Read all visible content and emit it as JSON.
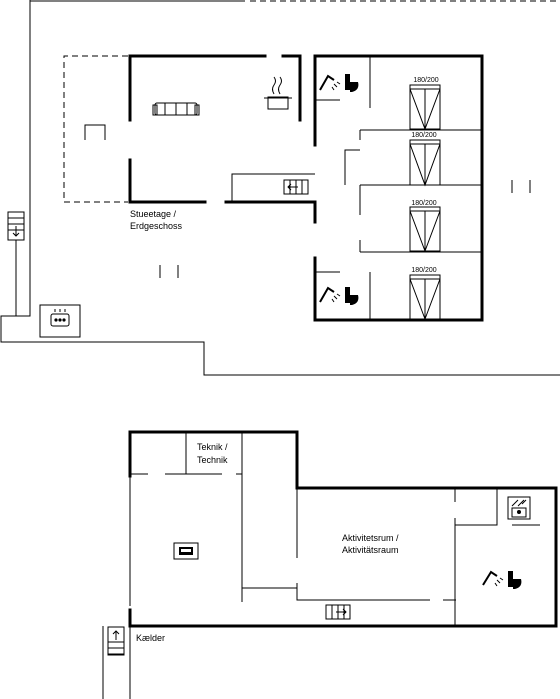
{
  "floors": [
    {
      "name": "Stueetage / Erdgeschoss",
      "name_lines": [
        "Stueetage /",
        "Erdgeschoss"
      ],
      "beds": [
        {
          "size": "180/200"
        },
        {
          "size": "180/200"
        },
        {
          "size": "180/200"
        },
        {
          "size": "180/200"
        }
      ],
      "icons": [
        "sofa-icon",
        "cooking-pot-icon",
        "shower-icon",
        "toilet-icon",
        "stairs-down-icon",
        "bed-icon",
        "hot-tub-icon"
      ]
    },
    {
      "name": "Kælder",
      "rooms": {
        "technik_lines": [
          "Teknik /",
          "Technik"
        ],
        "activity_lines": [
          "Aktivitetsrum /",
          "Aktivitätsraum"
        ]
      },
      "icons": [
        "sauna-bench-icon",
        "washing-machine-icon",
        "shower-icon",
        "toilet-icon",
        "stairs-up-icon"
      ]
    }
  ]
}
